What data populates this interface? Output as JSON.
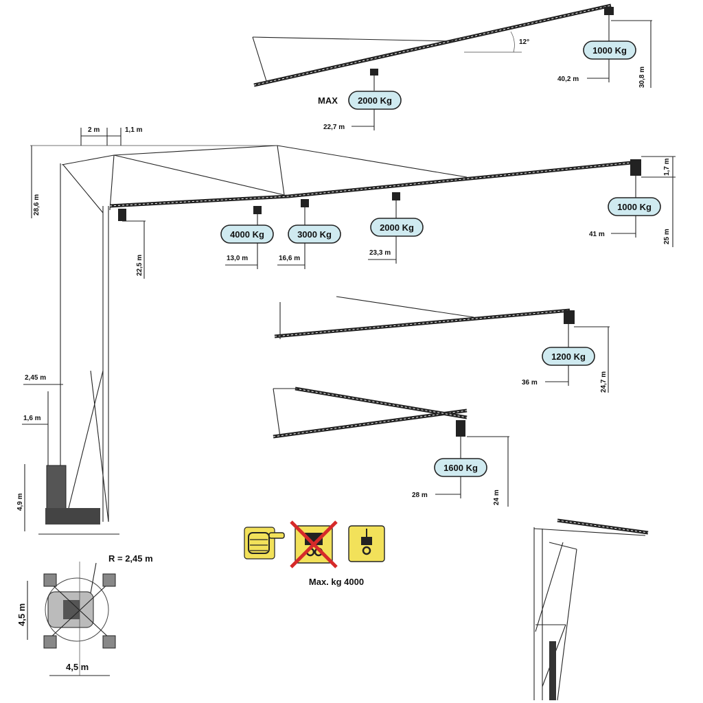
{
  "labels": {
    "top_angle": "12°",
    "top_max_word": "MAX",
    "top_max_load": "2000 Kg",
    "top_max_radius": "22,7 m",
    "top_tip_load": "1000 Kg",
    "top_tip_radius": "40,2 m",
    "top_height": "30,8 m",
    "main_2m": "2 m",
    "main_1_1m": "1,1 m",
    "main_height_28_6": "28,6 m",
    "main_height_22_5": "22,5 m",
    "main_1_7": "1,7 m",
    "main_25": "25 m",
    "load_4000": "4000 Kg",
    "load_3000": "3000 Kg",
    "load_2000": "2000 Kg",
    "load_1000": "1000 Kg",
    "r_13": "13,0 m",
    "r_16_6": "16,6 m",
    "r_23_3": "23,3 m",
    "r_41": "41 m",
    "mid_load": "1200 Kg",
    "mid_radius": "36 m",
    "mid_height": "24,7 m",
    "low_load": "1600 Kg",
    "low_radius": "28 m",
    "low_height": "24 m",
    "dim_2_45": "2,45 m",
    "dim_1_6": "1,6 m",
    "dim_4_9": "4,9 m",
    "base_r": "R = 2,45 m",
    "base_w": "4,5 m",
    "base_h": "4,5 m",
    "max_kg": "Max. kg 4000"
  },
  "colors": {
    "pill_fill": "#cfeaf0",
    "sign_yellow": "#f2e15a",
    "cross_red": "#d62a2a"
  },
  "icons": [
    "pointing-hand-icon",
    "crossed-double-hook-icon",
    "single-hook-icon"
  ]
}
